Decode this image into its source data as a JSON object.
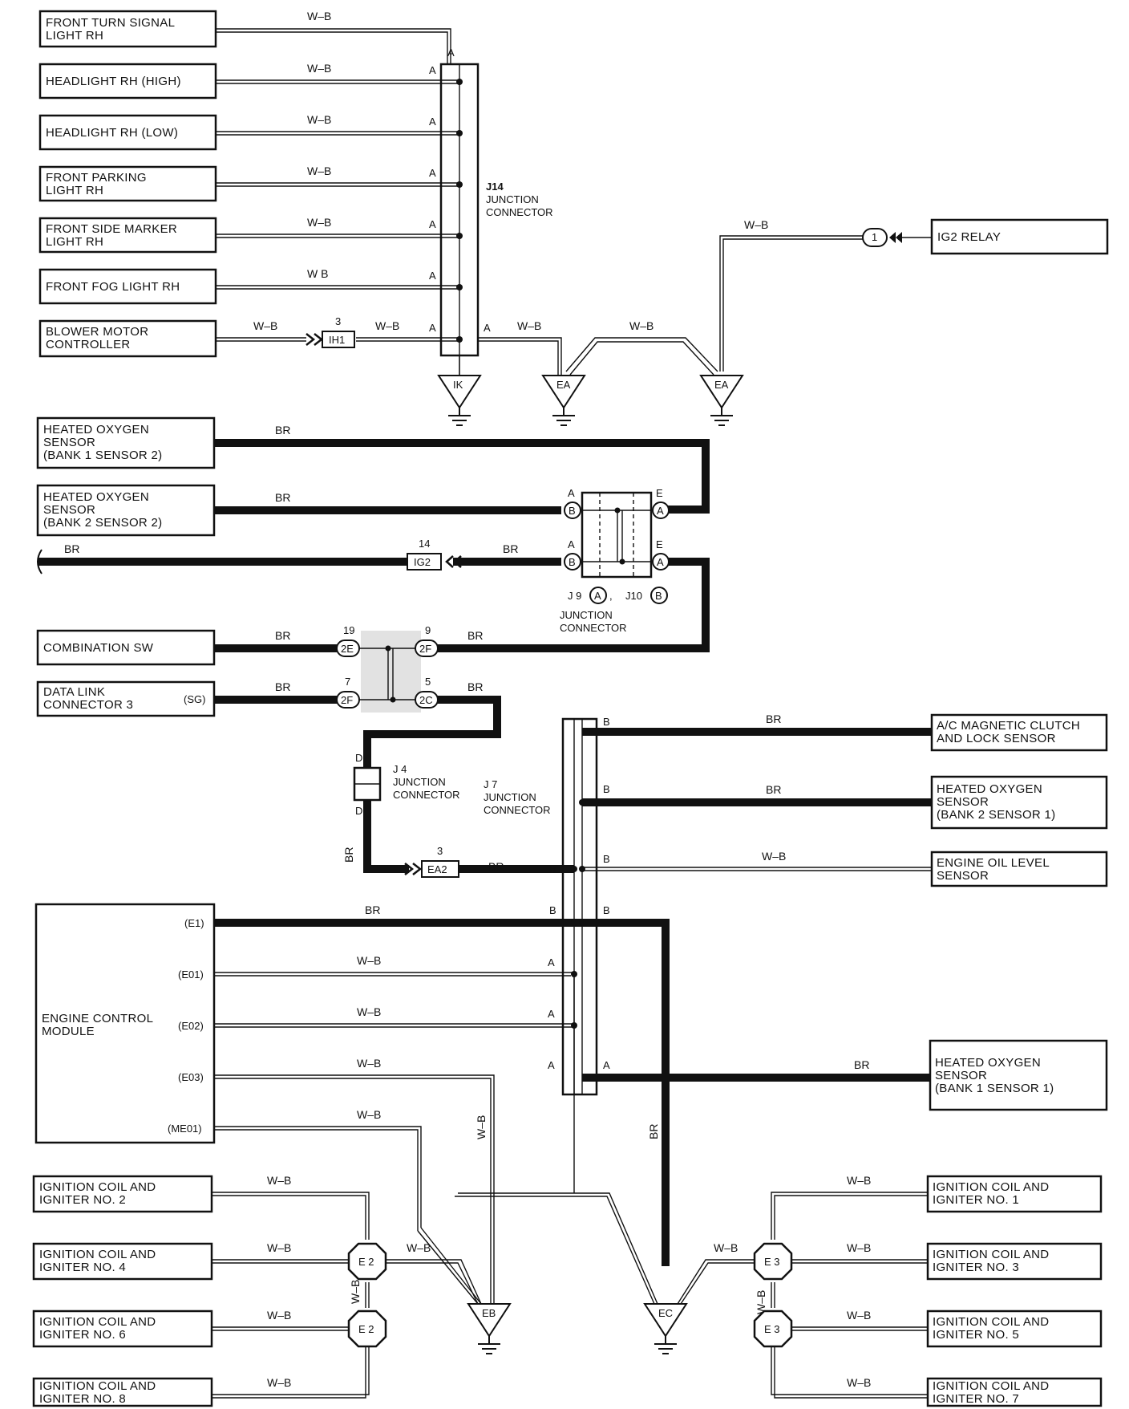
{
  "components": {
    "front_turn_signal_rh": [
      "FRONT TURN SIGNAL",
      "LIGHT RH"
    ],
    "headlight_rh_high": [
      "HEADLIGHT RH (HIGH)"
    ],
    "headlight_rh_low": [
      "HEADLIGHT RH (LOW)"
    ],
    "front_parking_light_rh": [
      "FRONT PARKING",
      "LIGHT RH"
    ],
    "front_side_marker_rh": [
      "FRONT SIDE MARKER",
      "LIGHT RH"
    ],
    "front_fog_light_rh": [
      "FRONT FOG LIGHT RH"
    ],
    "blower_motor_controller": [
      "BLOWER MOTOR",
      "CONTROLLER"
    ],
    "ig2_relay": [
      "IG2 RELAY"
    ],
    "ho2_bank1_s2": [
      "HEATED OXYGEN",
      "SENSOR",
      "(BANK 1 SENSOR 2)"
    ],
    "ho2_bank2_s2": [
      "HEATED OXYGEN",
      "SENSOR",
      "(BANK 2 SENSOR 2)"
    ],
    "combination_sw": [
      "COMBINATION SW"
    ],
    "data_link_connector_3": [
      "DATA LINK",
      "CONNECTOR 3"
    ],
    "ac_clutch_lock_sensor": [
      "A/C MAGNETIC CLUTCH",
      "AND LOCK SENSOR"
    ],
    "ho2_bank2_s1": [
      "HEATED OXYGEN",
      "SENSOR",
      "(BANK 2 SENSOR 1)"
    ],
    "engine_oil_level_sensor": [
      "ENGINE OIL LEVEL",
      "SENSOR"
    ],
    "ho2_bank1_s1": [
      "HEATED OXYGEN",
      "SENSOR",
      "(BANK 1 SENSOR 1)"
    ],
    "engine_control_module": [
      "ENGINE CONTROL",
      "MODULE"
    ],
    "ign_coil_2": [
      "IGNITION COIL AND",
      "IGNITER NO. 2"
    ],
    "ign_coil_4": [
      "IGNITION COIL AND",
      "IGNITER NO. 4"
    ],
    "ign_coil_6": [
      "IGNITION COIL AND",
      "IGNITER NO. 6"
    ],
    "ign_coil_8": [
      "IGNITION COIL AND",
      "IGNITER NO. 8"
    ],
    "ign_coil_1": [
      "IGNITION COIL AND",
      "IGNITER NO. 1"
    ],
    "ign_coil_3": [
      "IGNITION COIL AND",
      "IGNITER NO. 3"
    ],
    "ign_coil_5": [
      "IGNITION COIL AND",
      "IGNITER NO. 5"
    ],
    "ign_coil_7": [
      "IGNITION COIL AND",
      "IGNITER NO. 7"
    ]
  },
  "pins": {
    "dlc3_sg": "(SG)",
    "ecm_e1": "(E1)",
    "ecm_e01": "(E01)",
    "ecm_e02": "(E02)",
    "ecm_e03": "(E03)",
    "ecm_me01": "(ME01)"
  },
  "wire_colors": {
    "wb": "W–B",
    "wb_alt": "W B",
    "br": "BR"
  },
  "junctions": {
    "j14": [
      "J14",
      "JUNCTION",
      "CONNECTOR"
    ],
    "j9_j10": [
      "JUNCTION",
      "CONNECTOR"
    ],
    "j9_label": "J 9",
    "j10_label": "J10",
    "j4": [
      "J 4",
      "JUNCTION",
      "CONNECTOR"
    ],
    "j7": [
      "J 7",
      "JUNCTION",
      "CONNECTOR"
    ]
  },
  "connectors": {
    "ih1": "IH1",
    "ih1_pin": "3",
    "ig2": "IG2",
    "ig2_pin": "14",
    "ea2": "EA2",
    "ea2_pin": "3",
    "c2e": "2E",
    "c2e_pin": "19",
    "c2f_top": "2F",
    "c2f_top_pin": "9",
    "c2f_bot": "2F",
    "c2f_bot_pin": "7",
    "c2c": "2C",
    "c2c_pin": "5",
    "relay_pin": "1",
    "circle_a": "A",
    "circle_b": "B"
  },
  "grounds": {
    "ik": "IK",
    "ea1": "EA",
    "ea2": "EA",
    "eb": "EB",
    "ec": "EC"
  },
  "splices": {
    "e2_top": "E 2",
    "e2_bot": "E 2",
    "e3_top": "E 3",
    "e3_bot": "E 3"
  },
  "pin_letters": {
    "a": "A",
    "b": "B",
    "d": "D",
    "e": "E"
  }
}
